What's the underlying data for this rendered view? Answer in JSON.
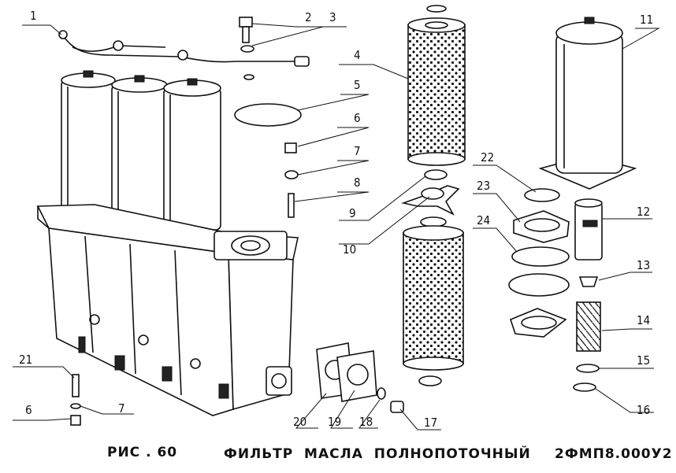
{
  "caption": {
    "fig": "РИС . 60",
    "title": "ФИЛЬТР  МАСЛА  ПОЛНОПОТОЧНЫЙ",
    "code": "2ФМП8.000У2"
  },
  "callouts": [
    {
      "id": "c1",
      "text": "1"
    },
    {
      "id": "c2",
      "text": "2"
    },
    {
      "id": "c3",
      "text": "3"
    },
    {
      "id": "c4",
      "text": "4"
    },
    {
      "id": "c5",
      "text": "5"
    },
    {
      "id": "c6",
      "text": "6"
    },
    {
      "id": "c7",
      "text": "7"
    },
    {
      "id": "c8",
      "text": "8"
    },
    {
      "id": "c9",
      "text": "9"
    },
    {
      "id": "c10",
      "text": "10"
    },
    {
      "id": "c11",
      "text": "11"
    },
    {
      "id": "c12",
      "text": "12"
    },
    {
      "id": "c13",
      "text": "13"
    },
    {
      "id": "c14",
      "text": "14"
    },
    {
      "id": "c15",
      "text": "15"
    },
    {
      "id": "c16",
      "text": "16"
    },
    {
      "id": "c17",
      "text": "17"
    },
    {
      "id": "c18",
      "text": "18"
    },
    {
      "id": "c19",
      "text": "19"
    },
    {
      "id": "c20",
      "text": "20"
    },
    {
      "id": "c21",
      "text": "21"
    },
    {
      "id": "c22",
      "text": "22"
    },
    {
      "id": "c23",
      "text": "23"
    },
    {
      "id": "c24",
      "text": "24"
    },
    {
      "id": "c6b",
      "text": "6"
    },
    {
      "id": "c7b",
      "text": "7"
    }
  ]
}
